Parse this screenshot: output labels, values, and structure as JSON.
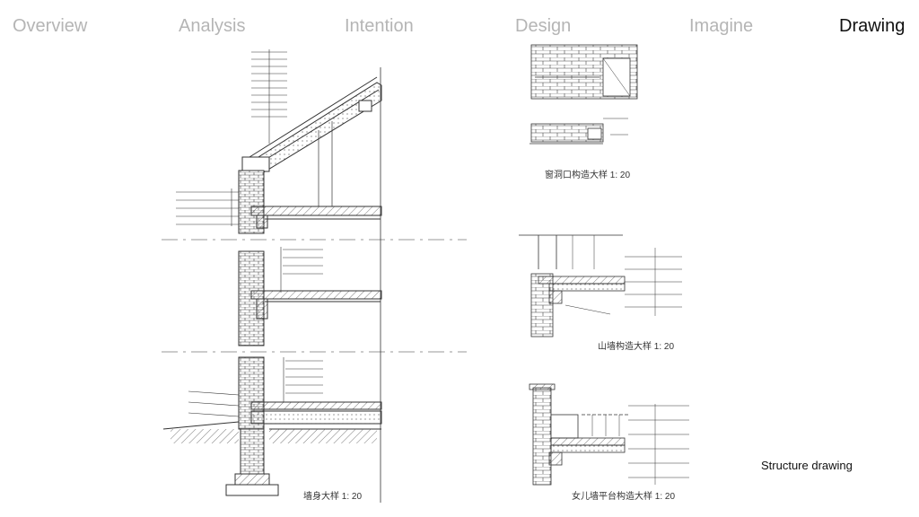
{
  "nav": {
    "items": [
      {
        "label": "Overview",
        "active": false
      },
      {
        "label": "Analysis",
        "active": false
      },
      {
        "label": "Intention",
        "active": false
      },
      {
        "label": "Design",
        "active": false
      },
      {
        "label": "Imagine",
        "active": false
      },
      {
        "label": "Drawing",
        "active": true
      }
    ]
  },
  "drawings": {
    "section_title": "墙身大样 1: 20",
    "window_title": "窗洞口构造大样 1: 20",
    "gable_title": "山墙构造大样 1: 20",
    "parapet_title": "女儿墙平台构造大样 1: 20"
  },
  "caption": "Structure drawing",
  "colors": {
    "active_nav": "#111111",
    "inactive_nav": "#b5b5b5",
    "line": "#333333"
  }
}
